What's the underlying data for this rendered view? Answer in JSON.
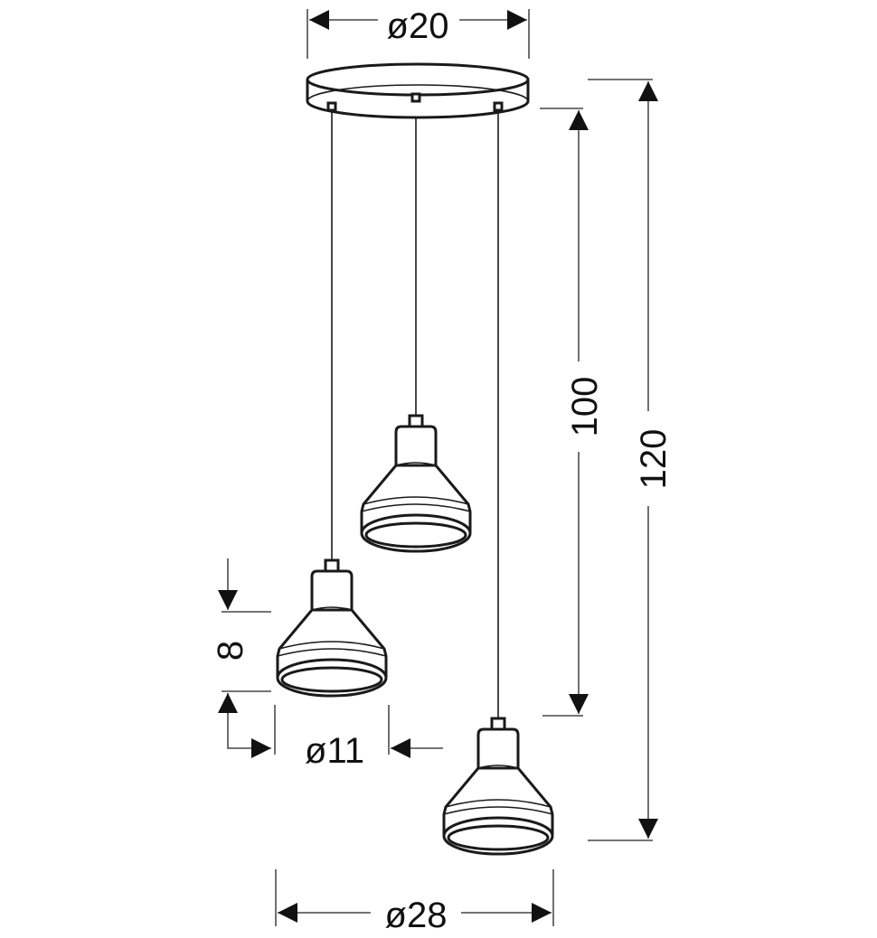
{
  "dimensions": {
    "canopy_diameter": "ø20",
    "shade_diameter": "ø11",
    "cluster_diameter": "ø28",
    "shade_height": "8",
    "min_drop": "100",
    "max_drop": "120"
  },
  "colors": {
    "line": "#1a1a1a",
    "background": "#ffffff"
  }
}
